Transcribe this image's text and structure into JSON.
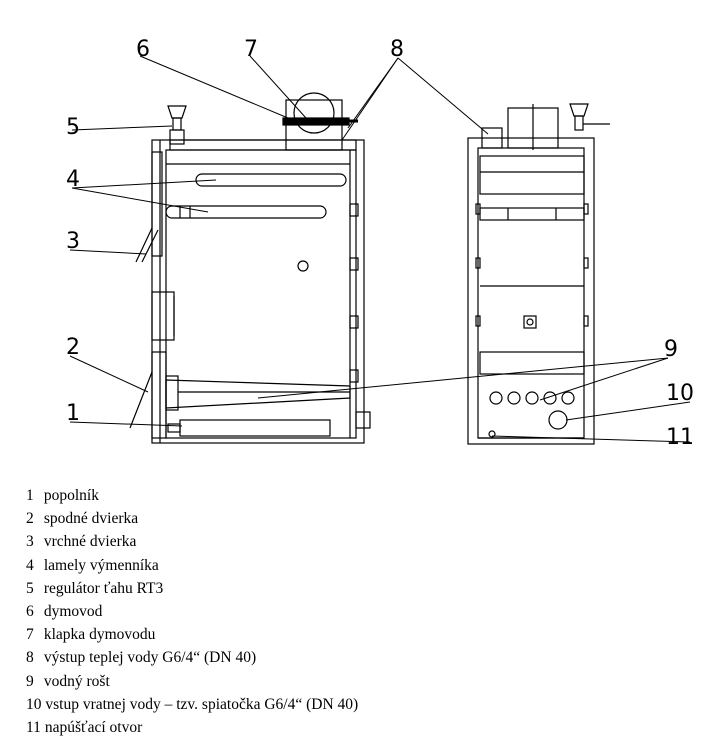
{
  "callouts": [
    "1",
    "2",
    "3",
    "4",
    "5",
    "6",
    "7",
    "8",
    "9",
    "10",
    "11"
  ],
  "legend": [
    {
      "num": "1",
      "text": "popolník"
    },
    {
      "num": "2",
      "text": "spodné dvierka"
    },
    {
      "num": "3",
      "text": "vrchné dvierka"
    },
    {
      "num": "4",
      "text": "lamely výmenníka"
    },
    {
      "num": "5",
      "text": "regulátor ťahu RT3"
    },
    {
      "num": "6",
      "text": "dymovod"
    },
    {
      "num": "7",
      "text": "klapka dymovodu"
    },
    {
      "num": "8",
      "text": "výstup teplej vody G6/4“ (DN 40)"
    },
    {
      "num": "9",
      "text": "vodný rošt"
    },
    {
      "num": "10",
      "text": "vstup vratnej vody – tzv. spiatočka G6/4“  (DN 40)"
    },
    {
      "num": "11",
      "text": "napúšťací otvor"
    }
  ]
}
